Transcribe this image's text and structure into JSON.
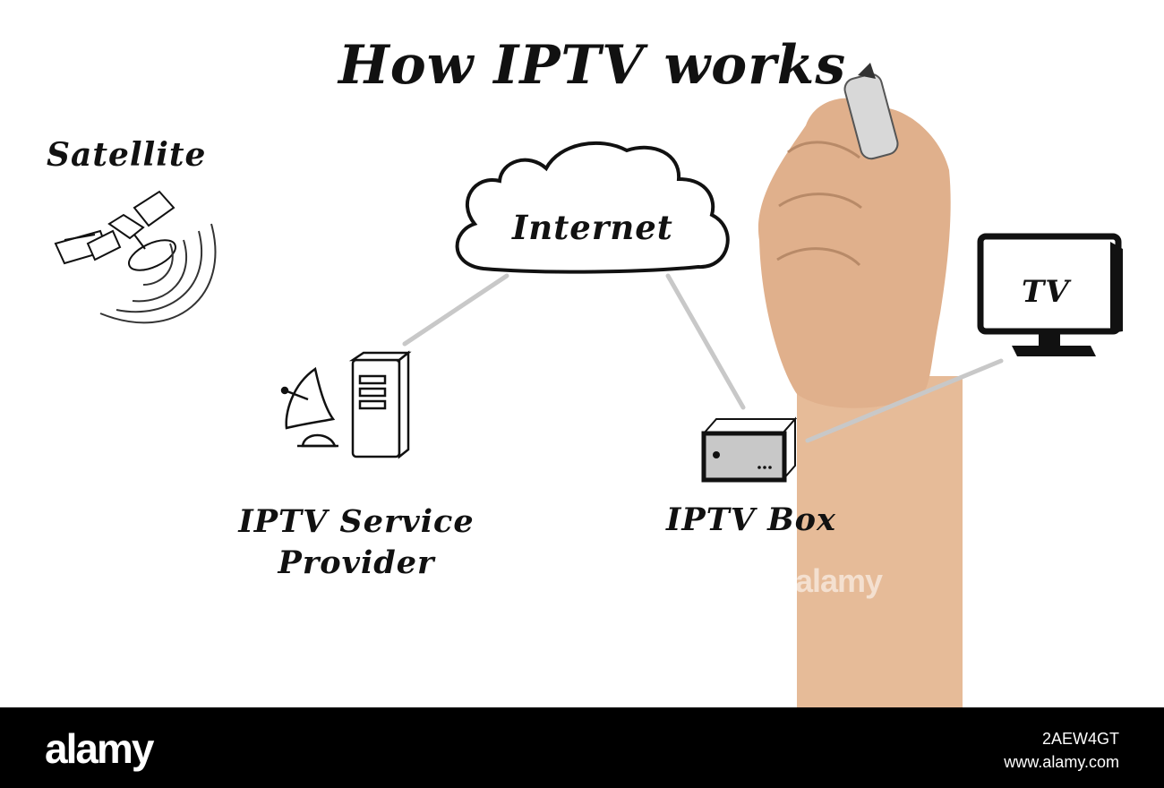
{
  "diagram": {
    "title": "How IPTV works",
    "nodes": {
      "satellite": "Satellite",
      "internet": "Internet",
      "tv": "TV",
      "service_provider": "IPTV Service Provider",
      "iptv_box": "IPTV Box"
    },
    "connections": [
      {
        "from": "internet",
        "to": "service_provider"
      },
      {
        "from": "internet",
        "to": "iptv_box"
      },
      {
        "from": "iptv_box",
        "to": "tv"
      }
    ],
    "colors": {
      "ink": "#111111",
      "connector": "#c8c8c8",
      "box_fill": "#c8c8c8",
      "skin": "#e0b08c"
    }
  },
  "watermark": "alamy",
  "footer": {
    "logo": "alamy",
    "image_id": "2AEW4GT",
    "url": "www.alamy.com"
  }
}
